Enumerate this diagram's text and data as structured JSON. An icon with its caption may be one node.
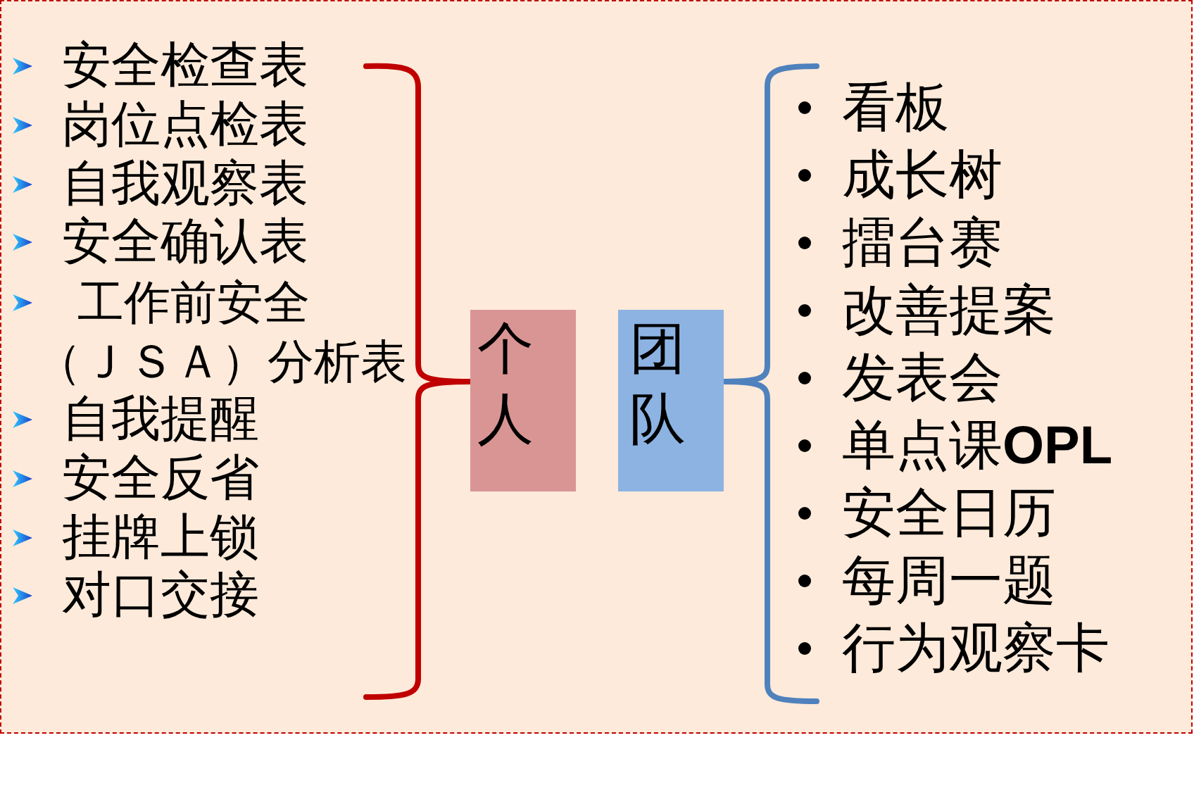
{
  "diagram": {
    "nodes": [
      {
        "text": [
          "个人"
        ]
      },
      {
        "text": [
          "团队"
        ]
      }
    ],
    "labels": [
      "安全检查表",
      "岗位点检表",
      "自我观察表",
      "安全确认表",
      "工作前安全（ＪＳＡ）分析表",
      "自我提醒",
      "安全反省",
      "挂牌上锁",
      "对口交接",
      "看板",
      "成长树",
      "擂台赛",
      "改善提案",
      "发表会",
      "单点课**OPL**",
      "安全日历",
      "每周一题",
      "行为观察卡"
    ]
  }
}
